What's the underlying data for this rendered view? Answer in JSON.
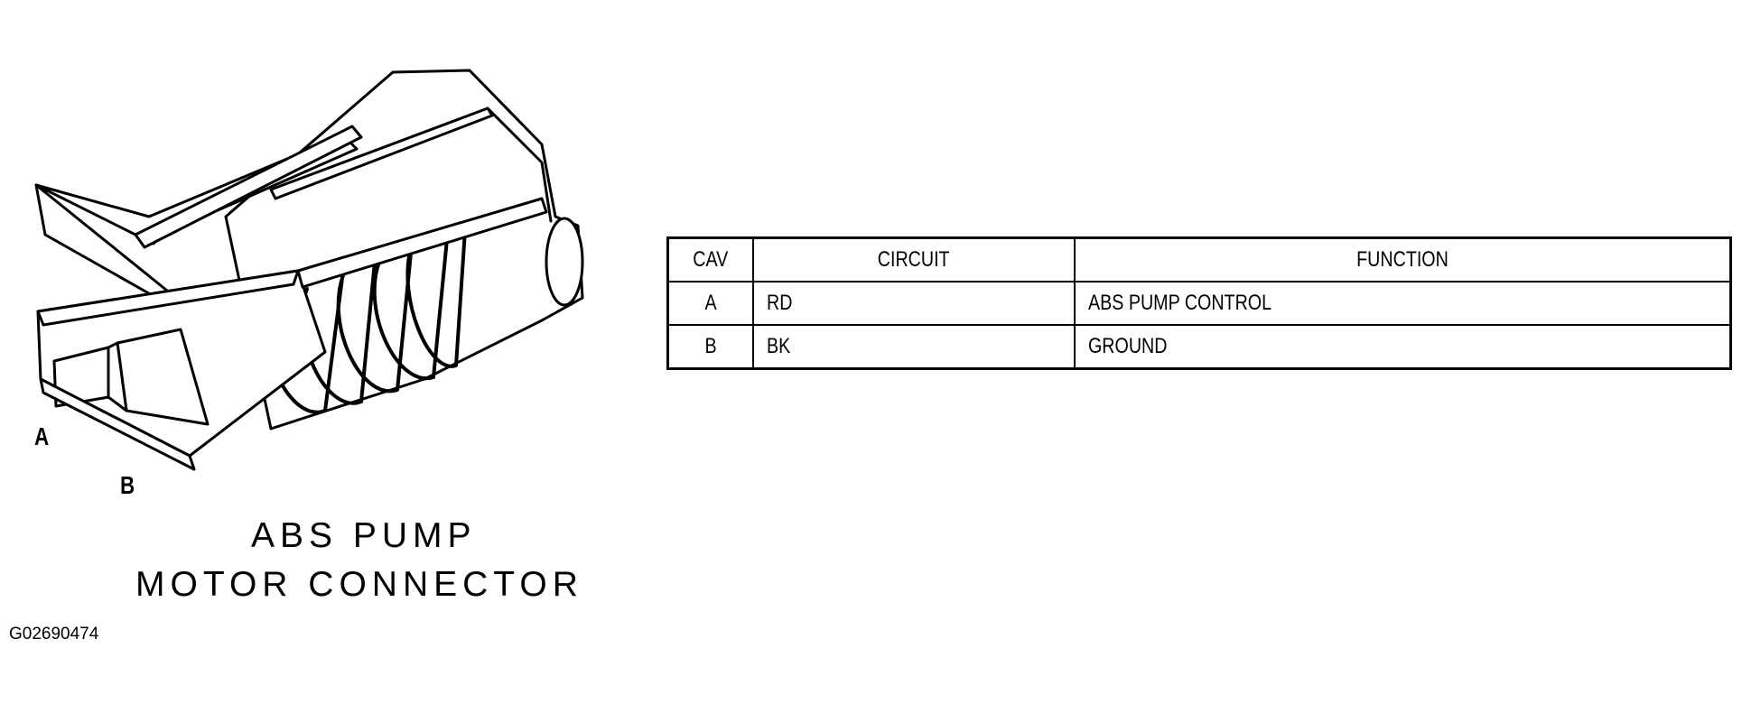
{
  "diagram": {
    "pin_labels": {
      "a": "A",
      "b": "B"
    },
    "caption": {
      "line1": "ABS PUMP",
      "line2": "MOTOR CONNECTOR"
    },
    "figure_id": "G02690474"
  },
  "pinout_table": {
    "headers": {
      "cav": "CAV",
      "circuit": "CIRCUIT",
      "function": "FUNCTION"
    },
    "rows": [
      {
        "cav": "A",
        "circuit": "RD",
        "function": "ABS PUMP CONTROL"
      },
      {
        "cav": "B",
        "circuit": "BK",
        "function": "GROUND"
      }
    ]
  }
}
